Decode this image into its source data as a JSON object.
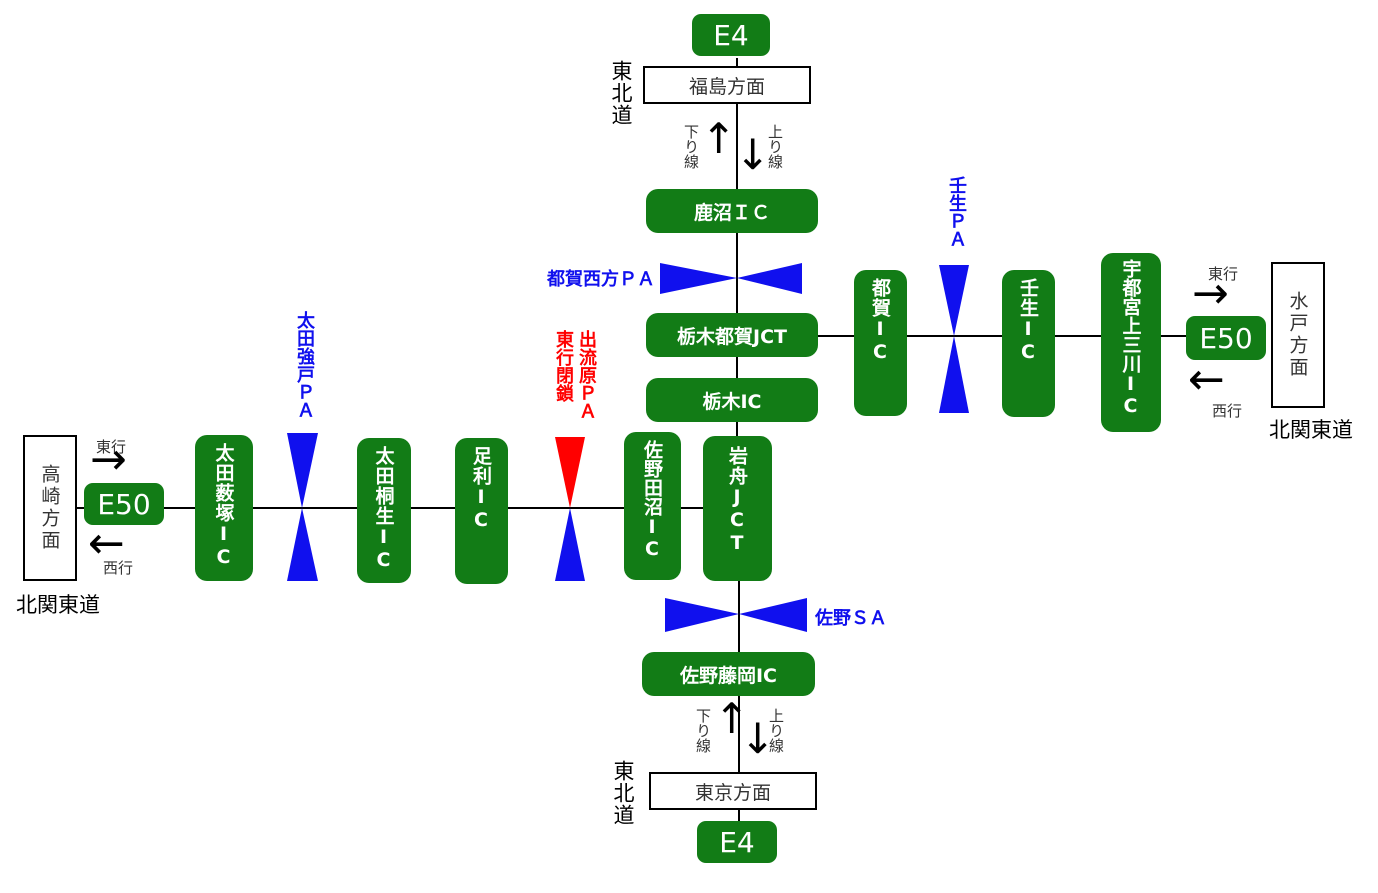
{
  "colors": {
    "road": "#000000",
    "facility": "#127c16",
    "service_area": "#1010ee",
    "closed": "#ff0000"
  },
  "e4_code": "E4",
  "e50_code": "E50",
  "tohoku_label": "東北道",
  "kitakanto_label": "北関東道",
  "directions": {
    "fukushima": "福島方面",
    "tokyo": "東京方面",
    "mito": "水戸方面",
    "takasaki": "高崎方面"
  },
  "lanes": {
    "down": "下り線",
    "up": "上り線",
    "east": "東行",
    "west": "西行"
  },
  "facilities": {
    "kanuma_ic": "鹿沼ＩＣ",
    "tochigi_tsuga_jct": "栃木都賀JCT",
    "tochigi_ic": "栃木IC",
    "iwafune_jct": "岩舟JCT",
    "sano_fujioka_ic": "佐野藤岡IC",
    "tsuga_ic": "都賀IC",
    "mibu_ic": "壬生IC",
    "utsunomiya_kaminokawa_ic": "宇都宮上三川IC",
    "ota_yabuzuka_ic": "太田薮塚IC",
    "ota_kiryu_ic": "太田桐生IC",
    "ashikaga_ic": "足利IC",
    "sano_tanuma_ic": "佐野田沼IC"
  },
  "service_areas": {
    "tsuga_nishikata_pa": "都賀西方ＰＡ",
    "mibu_pa": "壬生ＰＡ",
    "ota_goudo_pa": "太田強戸ＰＡ",
    "izuruhara_pa": "出流原ＰＡ",
    "sano_sa": "佐野ＳＡ"
  },
  "closure_note": "東行閉鎖",
  "arrows": {
    "up": "↑",
    "down": "↓",
    "right": "→",
    "left": "←"
  }
}
